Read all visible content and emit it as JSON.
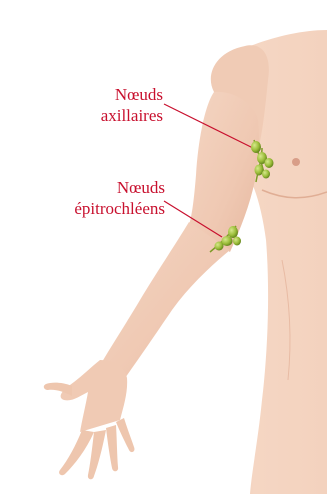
{
  "labels": {
    "axillary": {
      "line1": "Nœuds",
      "line2": "axillaires"
    },
    "epitrochlear": {
      "line1": "Nœuds",
      "line2": "épitrochléens"
    }
  },
  "colors": {
    "label_text": "#c8102e",
    "leader_line": "#c8102e",
    "skin": "#f1cdb8",
    "lymph_node": "#9bbd3a"
  }
}
